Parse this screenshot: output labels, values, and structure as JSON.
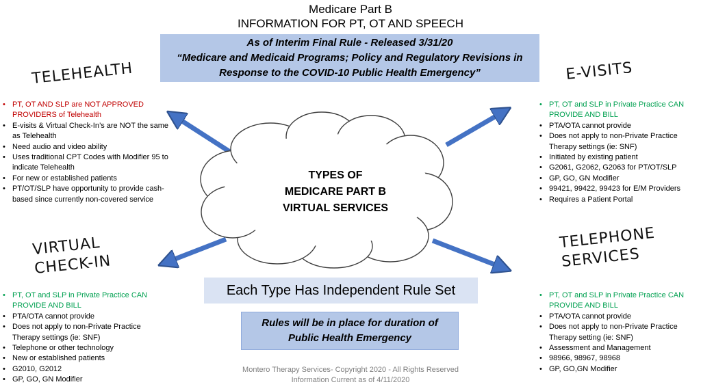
{
  "title": {
    "line1": "Medicare Part B",
    "line2": "INFORMATION FOR PT, OT AND SPEECH"
  },
  "top_banner": {
    "line1": "As of Interim Final Rule -  Released 3/31/20",
    "line2": "“Medicare and Medicaid Programs; Policy and Regulatory Revisions in",
    "line3": "Response to the COVID-10 Public Health Emergency”"
  },
  "cloud": {
    "line1": "TYPES OF",
    "line2": "MEDICARE PART B",
    "line3": "VIRTUAL SERVICES"
  },
  "independent_rule": "Each Type Has Independent Rule Set",
  "duration_banner": {
    "line1": "Rules will be in place for duration of",
    "line2": "Public Health Emergency"
  },
  "telehealth": {
    "heading": "TELEHEALTH",
    "items": [
      {
        "text": "PT, OT AND SLP are NOT APPROVED PROVIDERS of Telehealth"
      },
      {
        "text": "E-visits & Virtual Check-In’s are NOT the same as Telehealth"
      },
      {
        "text": "Need audio and video ability"
      },
      {
        "text": "Uses traditional CPT Codes with Modifier 95 to indicate Telehealth"
      },
      {
        "text": "For new or established patients"
      },
      {
        "text": "PT/OT/SLP have opportunity to provide cash-based since currently non-covered service"
      }
    ]
  },
  "evisits": {
    "heading": "E-VISITS",
    "items": [
      {
        "text": "PT, OT and SLP in Private Practice CAN PROVIDE AND BILL"
      },
      {
        "text": "PTA/OTA cannot provide"
      },
      {
        "text": "Does not apply to non-Private Practice Therapy settings (ie: SNF)"
      },
      {
        "text": "Initiated by existing patient"
      },
      {
        "text": "G2061, G2062, G2063 for PT/OT/SLP"
      },
      {
        "text": "GP, GO, GN Modifier"
      },
      {
        "text": "99421, 99422, 99423 for E/M Providers"
      },
      {
        "text": "Requires a Patient Portal"
      }
    ]
  },
  "virtual_checkin": {
    "heading_line1": "VIRTUAL",
    "heading_line2": "CHECK-IN",
    "items": [
      {
        "text": "PT, OT and SLP in Private Practice CAN PROVIDE AND BILL"
      },
      {
        "text": "PTA/OTA cannot provide"
      },
      {
        "text": "Does not apply to non-Private Practice Therapy settings (ie: SNF)"
      },
      {
        "text": "Telephone or other technology"
      },
      {
        "text": "New or established patients"
      },
      {
        "text": "G2010, G2012"
      },
      {
        "text": "GP, GO, GN Modifier"
      }
    ]
  },
  "telephone_services": {
    "heading_line1": "TELEPHONE",
    "heading_line2": "SERVICES",
    "items": [
      {
        "text": "PT, OT and SLP in Private Practice CAN PROVIDE AND BILL"
      },
      {
        "text": "PTA/OTA cannot provide"
      },
      {
        "text": "Does not apply to non-Private Practice Therapy setting (ie: SNF)"
      },
      {
        "text": "Assessment and Management"
      },
      {
        "text": "98966, 98967, 98968"
      },
      {
        "text": "GP, GO,GN Modifier"
      }
    ]
  },
  "footer": {
    "line1": "Montero Therapy Services- Copyright 2020  - All Rights Reserved",
    "line2": "Information Current as of 4/11/2020"
  },
  "colors": {
    "banner_fill": "#b4c7e7",
    "arrow_fill": "#4472c4",
    "not_approved_text": "#c00000",
    "can_provide_text": "#00a050"
  }
}
